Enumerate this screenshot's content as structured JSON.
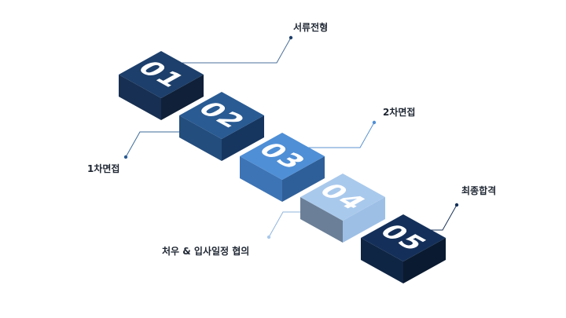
{
  "steps": [
    {
      "number": "01",
      "label": "서류전형",
      "top_color": "#1d3f6b",
      "left_color": "#172f52",
      "right_color": "#0f2038",
      "line_color": "#4a6f98"
    },
    {
      "number": "02",
      "label": "1차면접",
      "top_color": "#2a5b93",
      "left_color": "#234d7d",
      "right_color": "#163660",
      "line_color": "#3d6b9a"
    },
    {
      "number": "03",
      "label": "2차면접",
      "top_color": "#4f8fd6",
      "left_color": "#3d74b5",
      "right_color": "#2f5f98",
      "line_color": "#5a93d0"
    },
    {
      "number": "04",
      "label": "처우 & 입사일정 협의",
      "top_color": "#a9c9ec",
      "left_color": "#6b7f98",
      "right_color": "#9dbfe6",
      "line_color": "#8fb4de"
    },
    {
      "number": "05",
      "label": "최종합격",
      "top_color": "#14305a",
      "left_color": "#0f2544",
      "right_color": "#0a1a30",
      "line_color": "#1b3358"
    }
  ]
}
